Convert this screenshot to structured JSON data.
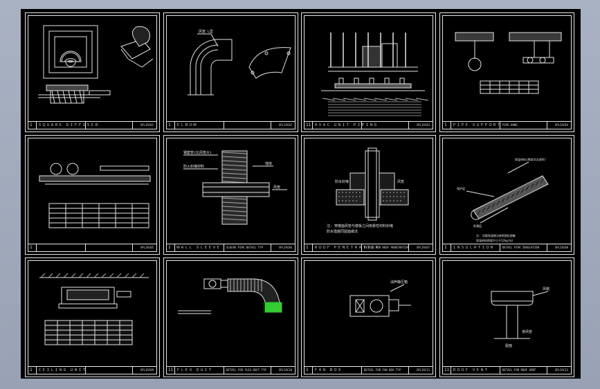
{
  "sheets": [
    {
      "num": "1",
      "title": "ＳＱＵＡＲＥ ＤＩＦＦＵＳＥＲ",
      "mid": "",
      "code": "SPLIAC01"
    },
    {
      "num": "1",
      "title": "ＥＬＢＯＷ",
      "mid": "",
      "code": "SPLIAC02"
    },
    {
      "num": "11",
      "title": "ＨＶＡＣ ＵＮＩＴ ＰＩＰＩＮＧ",
      "mid": "",
      "code": "SPLIAC03"
    },
    {
      "num": "1",
      "title": "ＰＩＰＥ ＳＵＰＰＯＲＴ",
      "mid": "PIPE HANG",
      "code": "SPLIAC04"
    },
    {
      "num": "1",
      "title": "",
      "mid": "",
      "code": "SPLIAC05"
    },
    {
      "num": "1",
      "title": "ＷＡＬＬ ＳＬＥＥＶＥ",
      "mid": "SLEEVE PIPE DETAIL TYP",
      "code": "SPLIAC06"
    },
    {
      "num": "1",
      "title": "ＲＯＯＦ ＰＥＮＥＴＲＡＴＩＯＮ",
      "mid": "DETAIL FOR ROOF PENETRATION",
      "code": "SPLIAC07"
    },
    {
      "num": "1",
      "title": "ＩＮＳＵＬＡＴＩＯＮ",
      "mid": "DETAIL PIPE INSULATION",
      "code": "SPLIAC08"
    },
    {
      "num": "1",
      "title": "ＣＥＩＬＩＮＧ ＵＮＩＴ",
      "mid": "",
      "code": "SPLIAC09"
    },
    {
      "num": "11",
      "title": "ＦＬＥＸ ＤＵＣＴ",
      "mid": "DETAIL FOR FLEX DUCT TYP",
      "code": "SPLIAC10"
    },
    {
      "num": "1",
      "title": "ＦＡＮ ＢＯＸ",
      "mid": "DETAIL FOR FAN BOX TYP",
      "code": "SPLIAC11"
    },
    {
      "num": "11",
      "title": "ＲＯＯＦ ＶＥＮＴ",
      "mid": "DETAIL FOR ROOF VENT",
      "code": "SPLIAC12"
    }
  ],
  "labels": {
    "s2_pipe": "风管 L型",
    "s7_seal": "防水封堵",
    "s7_pipe": "风管",
    "s7_note1": "注: 穿楼面风管与楼板之间用柔性材料封堵",
    "s7_note2": "   防水措施同屋面做法",
    "s8_a": "保温材料(厚度详见说明)",
    "s8_b": "保护层",
    "s8_c": "防潮层",
    "s8_note1": "注: 风管保温做法参照国标图集",
    "s8_note2": "保温材料密度不小于32kg/m3",
    "s6_a": "钢套管(比风管大)",
    "s6_b": "防火封堵材料",
    "s6_c": "风管",
    "s6_d": "墙体",
    "s11_label": "消声静压箱",
    "s12_label": "风帽",
    "s12_base": "屋面",
    "s12_pipe": "排风管"
  }
}
